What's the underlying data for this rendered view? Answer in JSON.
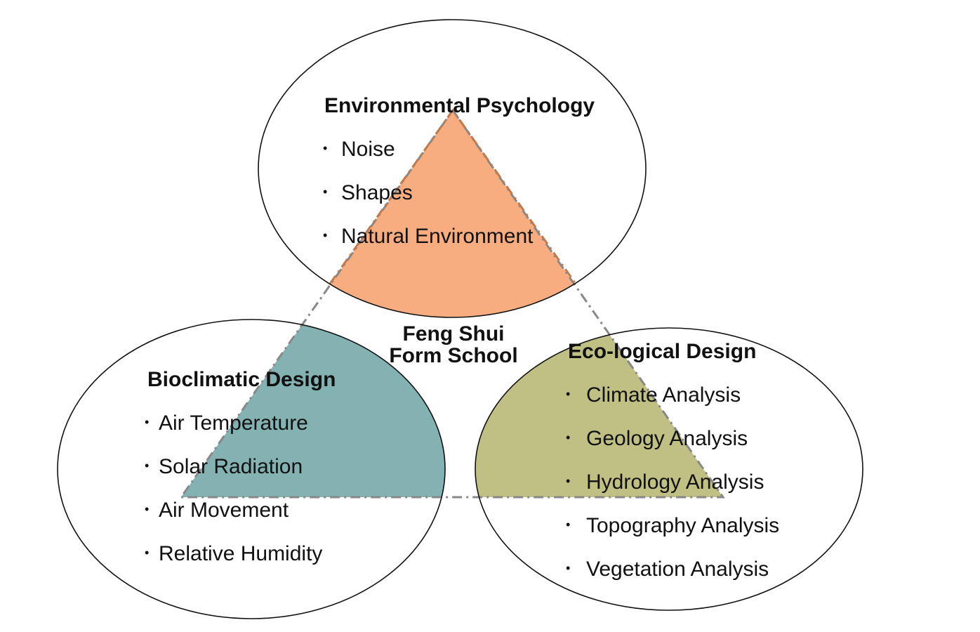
{
  "center": {
    "line1": "Feng Shui",
    "line2": "Form School"
  },
  "circles": {
    "top": {
      "heading": "Environmental Psychology",
      "items": [
        "Noise",
        "Shapes",
        "Natural Environment"
      ],
      "fill_color": "#f7ad80"
    },
    "left": {
      "heading": "Bioclimatic Design",
      "items": [
        "Air Temperature",
        "Solar Radiation",
        "Air Movement",
        "Relative Humidity"
      ],
      "fill_color": "#84b1b2"
    },
    "right": {
      "heading": "Eco-logical Design",
      "items": [
        "Climate Analysis",
        "Geology Analysis",
        "Hydrology Analysis",
        "Topography Analysis",
        "Vegetation Analysis"
      ],
      "fill_color": "#c0c084"
    }
  },
  "bullet_glyph": "•",
  "colors": {
    "outline": "#111111",
    "triangle_edge": "#888888",
    "top_triangle_edge": "#c07a4e"
  }
}
